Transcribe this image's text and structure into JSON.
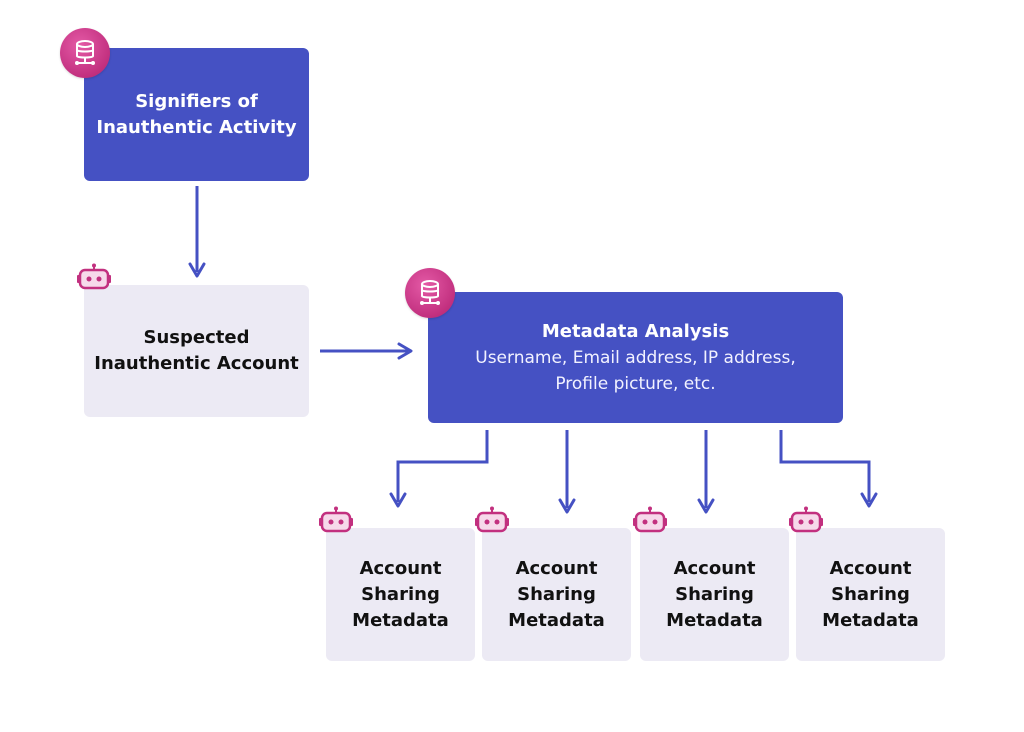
{
  "nodes": {
    "signifiers": {
      "line1": "Signifiers of",
      "line2": "Inauthentic Activity"
    },
    "suspected": {
      "line1": "Suspected",
      "line2": "Inauthentic Account"
    },
    "metadata": {
      "title": "Metadata Analysis",
      "detail_line1": "Username, Email address, IP address,",
      "detail_line2": "Profile picture, etc."
    },
    "account_1": {
      "line1": "Account",
      "line2": "Sharing",
      "line3": "Metadata"
    },
    "account_2": {
      "line1": "Account",
      "line2": "Sharing",
      "line3": "Metadata"
    },
    "account_3": {
      "line1": "Account",
      "line2": "Sharing",
      "line3": "Metadata"
    },
    "account_4": {
      "line1": "Account",
      "line2": "Sharing",
      "line3": "Metadata"
    }
  },
  "icons": {
    "database": "database-icon",
    "bot": "robot-icon"
  },
  "colors": {
    "dark_box": "#4551c3",
    "light_box": "#eceaf4",
    "arrow": "#4551c3",
    "icon_accent": "#c2307f"
  }
}
